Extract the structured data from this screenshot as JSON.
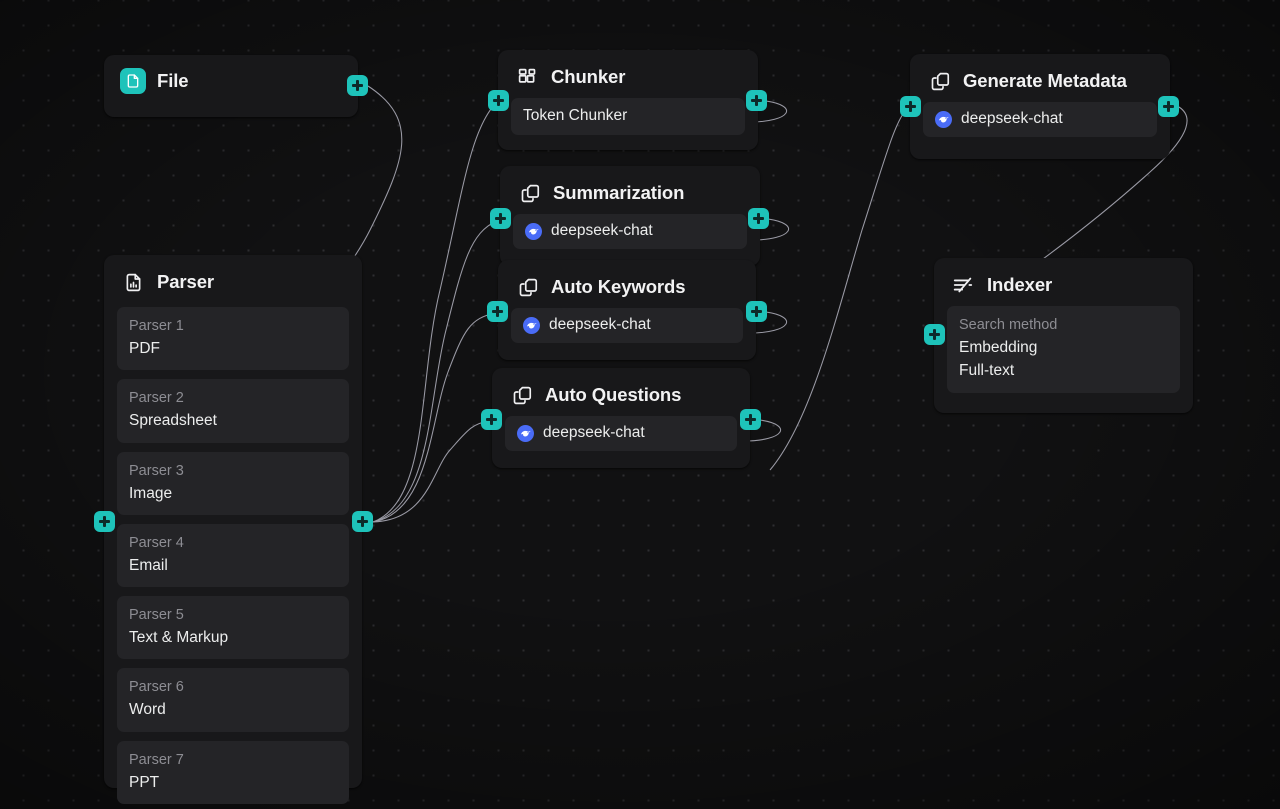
{
  "canvas": {
    "background_color": "#111112",
    "accent_color": "#1ec3ba",
    "edge_color": "#b9b9c6",
    "arrow_color": "#b08ee8",
    "model_badge_color": "#4a6cf7"
  },
  "nodes": [
    {
      "id": "file",
      "title": "File",
      "icon": "file-document-icon",
      "icon_style": "teal-tile",
      "fields": []
    },
    {
      "id": "parser",
      "title": "Parser",
      "icon": "document-chart-icon",
      "icon_style": "plain",
      "fields": [
        {
          "label": "Parser 1",
          "value": "PDF"
        },
        {
          "label": "Parser 2",
          "value": "Spreadsheet"
        },
        {
          "label": "Parser 3",
          "value": "Image"
        },
        {
          "label": "Parser 4",
          "value": "Email"
        },
        {
          "label": "Parser 5",
          "value": "Text & Markup"
        },
        {
          "label": "Parser 6",
          "value": "Word"
        },
        {
          "label": "Parser 7",
          "value": "PPT"
        }
      ]
    },
    {
      "id": "chunker",
      "title": "Chunker",
      "icon": "blocks-grid-icon",
      "icon_style": "plain",
      "value": "Token Chunker"
    },
    {
      "id": "summarization",
      "title": "Summarization",
      "icon": "copy-layers-icon",
      "icon_style": "plain",
      "model": "deepseek-chat",
      "model_icon": "deepseek-whale-icon"
    },
    {
      "id": "auto-keywords",
      "title": "Auto Keywords",
      "icon": "copy-layers-icon",
      "icon_style": "plain",
      "model": "deepseek-chat",
      "model_icon": "deepseek-whale-icon"
    },
    {
      "id": "auto-questions",
      "title": "Auto Questions",
      "icon": "copy-layers-icon",
      "icon_style": "plain",
      "model": "deepseek-chat",
      "model_icon": "deepseek-whale-icon"
    },
    {
      "id": "generate-metadata",
      "title": "Generate Metadata",
      "icon": "copy-layers-icon",
      "icon_style": "plain",
      "model": "deepseek-chat",
      "model_icon": "deepseek-whale-icon"
    },
    {
      "id": "indexer",
      "title": "Indexer",
      "icon": "list-lines-icon",
      "icon_style": "plain",
      "search_method_label": "Search method",
      "search_methods": [
        "Embedding",
        "Full-text"
      ]
    }
  ]
}
